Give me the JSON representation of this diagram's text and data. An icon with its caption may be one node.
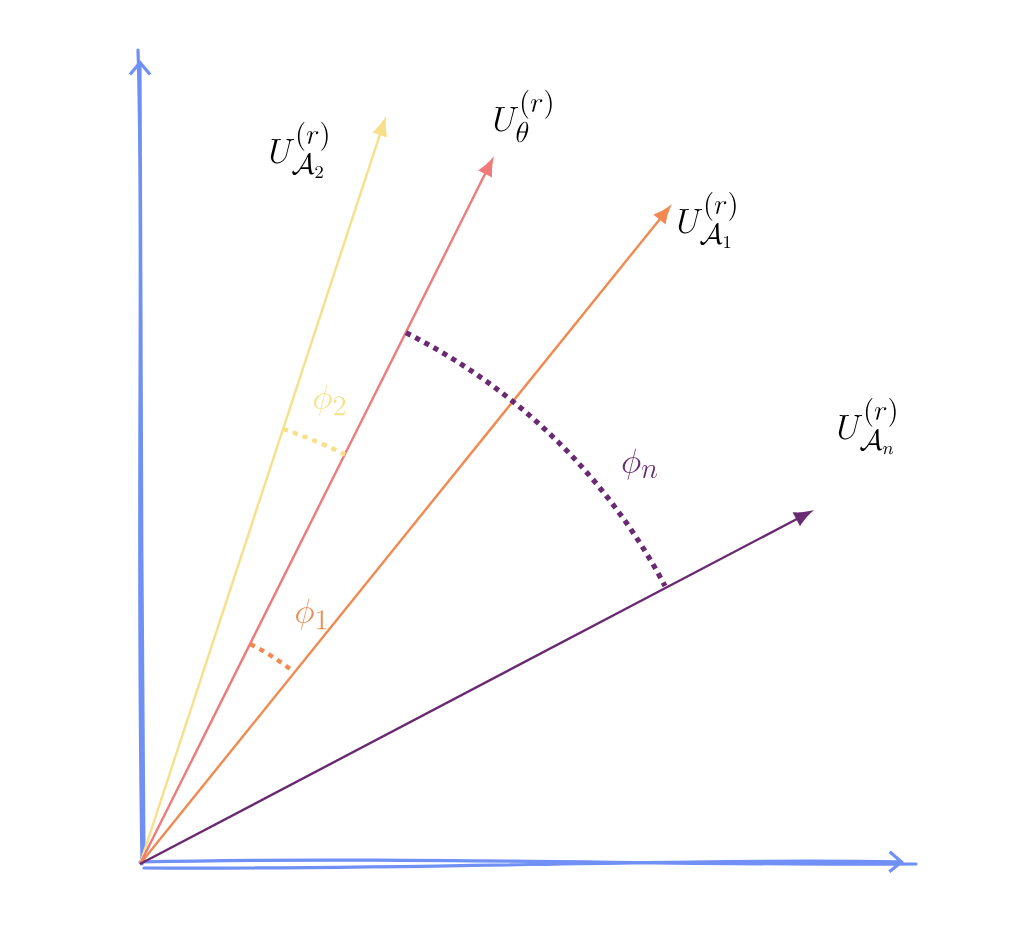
{
  "diagram": {
    "labels": [
      "U^{(r)}_{\\theta}",
      "U^{(r)}_{\\mathcal{A}_2}",
      "U^{(r)}_{\\mathcal{A}_1}",
      "\\phi_2",
      "U^{(r)}_{\\mathcal{A}_n}",
      "\\phi_n",
      "\\phi_1"
    ]
  }
}
